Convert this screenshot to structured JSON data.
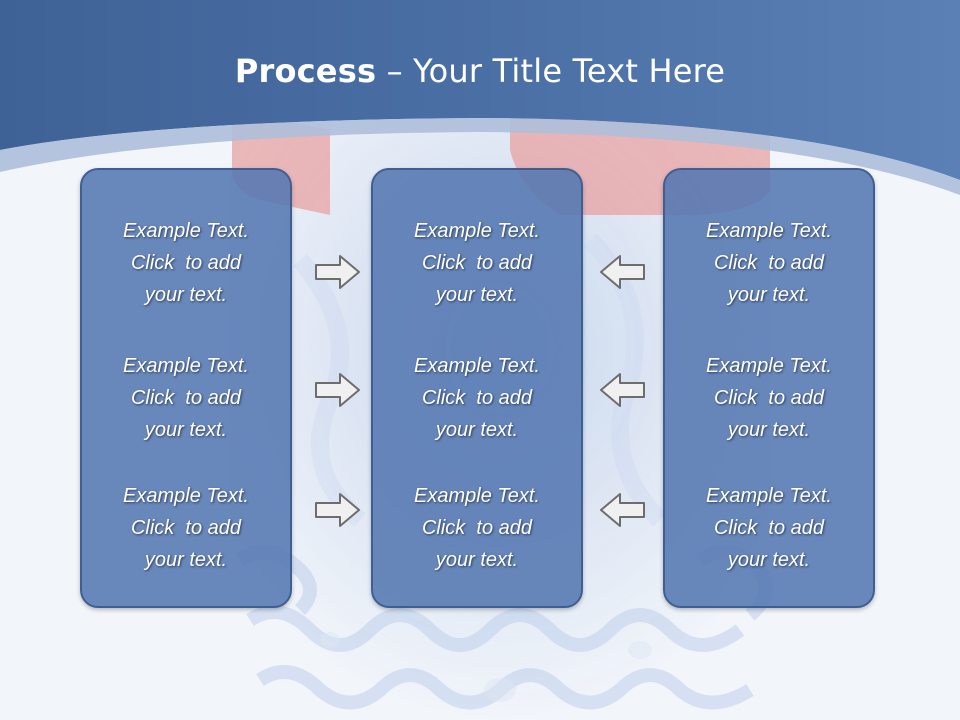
{
  "slide": {
    "title_bold": "Process",
    "title_rest": " – Your Title Text Here"
  },
  "colors": {
    "header_blue": "#4f74a8",
    "panel_fill": "#5478b2",
    "panel_border": "#3f5f92",
    "arrow_fill": "#f0f0f0",
    "arrow_stroke": "#6d6d6d"
  },
  "panels": [
    {
      "items": [
        {
          "line1": "Example Text.",
          "line2": "Click  to add",
          "line3": "your text."
        },
        {
          "line1": "Example Text.",
          "line2": "Click  to add",
          "line3": "your text."
        },
        {
          "line1": "Example Text.",
          "line2": "Click  to add",
          "line3": "your text."
        }
      ]
    },
    {
      "items": [
        {
          "line1": "Example Text.",
          "line2": "Click  to add",
          "line3": "your text."
        },
        {
          "line1": "Example Text.",
          "line2": "Click  to add",
          "line3": "your text."
        },
        {
          "line1": "Example Text.",
          "line2": "Click  to add",
          "line3": "your text."
        }
      ]
    },
    {
      "items": [
        {
          "line1": "Example Text.",
          "line2": "Click  to add",
          "line3": "your text."
        },
        {
          "line1": "Example Text.",
          "line2": "Click  to add",
          "line3": "your text."
        },
        {
          "line1": "Example Text.",
          "line2": "Click  to add",
          "line3": "your text."
        }
      ]
    }
  ],
  "arrows": {
    "left_column_icon": "right-arrow-icon",
    "right_column_icon": "left-arrow-icon"
  }
}
